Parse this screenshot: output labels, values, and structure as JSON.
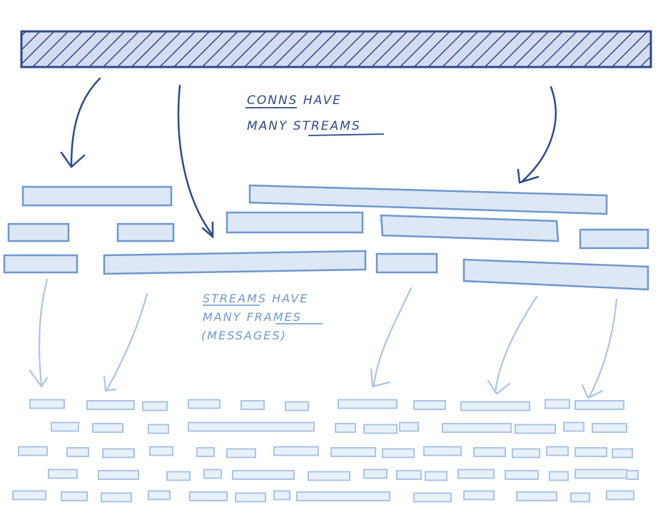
{
  "colors": {
    "conn_stroke": "#2d4a8c",
    "conn_fill": "#d6dcef",
    "stream_stroke": "#6d97cf",
    "stream_fill": "#dce8f6",
    "frame_stroke": "#a9c4e6",
    "frame_fill": "#e8f0fa",
    "label_dark": "#2d4a8c",
    "label_light": "#6d97cf"
  },
  "labels": {
    "conns_line1": "CONNS HAVE",
    "conns_line2": "MANY STREAMS",
    "streams_line1": "STREAMS HAVE",
    "streams_line2": "MANY FRAMES",
    "streams_line3": "(MESSAGES)"
  },
  "icons": {
    "connection": "hatched-bar",
    "stream": "bar",
    "frame": "small-bar",
    "arrow": "curved-arrow-down"
  }
}
